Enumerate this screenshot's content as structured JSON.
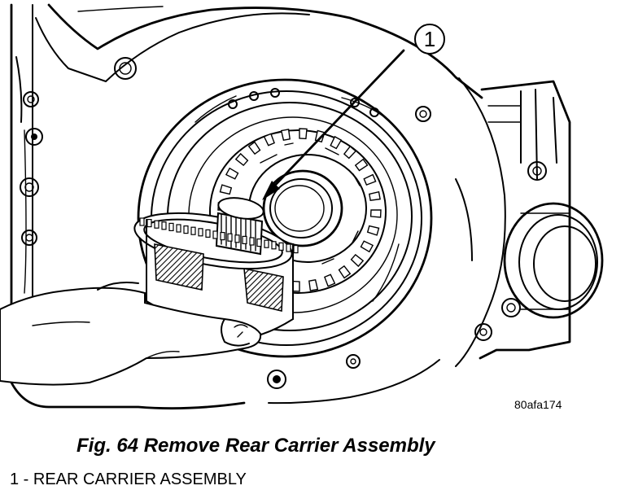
{
  "figure": {
    "callout_number": "1",
    "image_code": "80afa174"
  },
  "caption": "Fig. 64 Remove Rear Carrier Assembly",
  "legend": [
    {
      "text": "1 - REAR CARRIER ASSEMBLY"
    }
  ],
  "colors": {
    "ink": "#000000",
    "background": "#ffffff"
  }
}
